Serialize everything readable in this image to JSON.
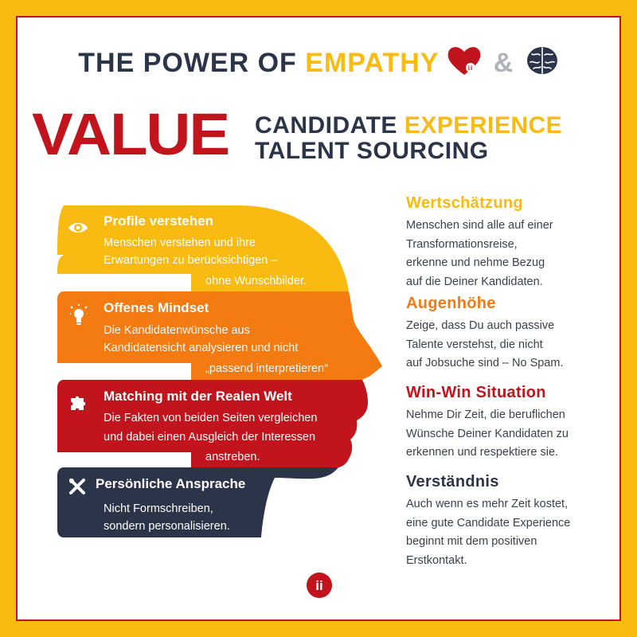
{
  "headline": {
    "part1": "THE POWER OF ",
    "highlight": "EMPATHY",
    "amp": "&"
  },
  "value": {
    "big": "VALUE",
    "line1_part1": "CANDIDATE ",
    "line1_highlight": "EXPERIENCE",
    "line2": "TALENT SOURCING"
  },
  "bands": [
    {
      "title": "Profile verstehen",
      "lines": [
        "Menschen verstehen und ihre",
        "Erwartungen zu berücksichtigen –",
        "ohne Wunschbilder."
      ],
      "color": "#f9bb12",
      "icon": "eye-icon"
    },
    {
      "title": "Offenes Mindset",
      "lines": [
        "Die Kandidatenwünsche aus",
        "Kandidatensicht analysieren und nicht",
        "„passend interpretieren“"
      ],
      "color": "#f47a12",
      "icon": "lightbulb-icon"
    },
    {
      "title": "Matching mit der Realen Welt",
      "lines": [
        "Die Fakten von beiden Seiten vergleichen",
        "und dabei einen Ausgleich der Interessen",
        "anstreben."
      ],
      "color": "#c2141c",
      "icon": "puzzle-icon"
    },
    {
      "title": "Persönliche Ansprache",
      "lines": [
        "Nicht Formschreiben,",
        "sondern personalisieren."
      ],
      "color": "#2b3448",
      "icon": "tools-icon"
    }
  ],
  "right": [
    {
      "title": "Wertschätzung",
      "color": "#f9bb12",
      "lines": [
        "Menschen sind alle auf einer",
        "Transformationsreise,",
        "erkenne und nehme Bezug",
        "auf die Deiner Kandidaten."
      ]
    },
    {
      "title": "Augenhöhe",
      "color": "#f47a12",
      "lines": [
        "Zeige, dass Du auch passive",
        "Talente verstehst, die nicht",
        "auf Jobsuche sind – No Spam."
      ]
    },
    {
      "title": "Win-Win Situation",
      "color": "#c2141c",
      "lines": [
        "Nehme Dir Zeit, die beruflichen",
        "Wünsche Deiner Kandidaten zu",
        "erkennen und respektiere sie."
      ]
    },
    {
      "title": "Verständnis",
      "color": "#2b3448",
      "lines": [
        "Auch wenn es mehr Zeit kostet,",
        "eine gute Candidate Experience",
        "beginnt mit dem positiven",
        "Erstkontakt."
      ]
    }
  ],
  "logo": {
    "text": "ii",
    "color": "#c2141c"
  }
}
